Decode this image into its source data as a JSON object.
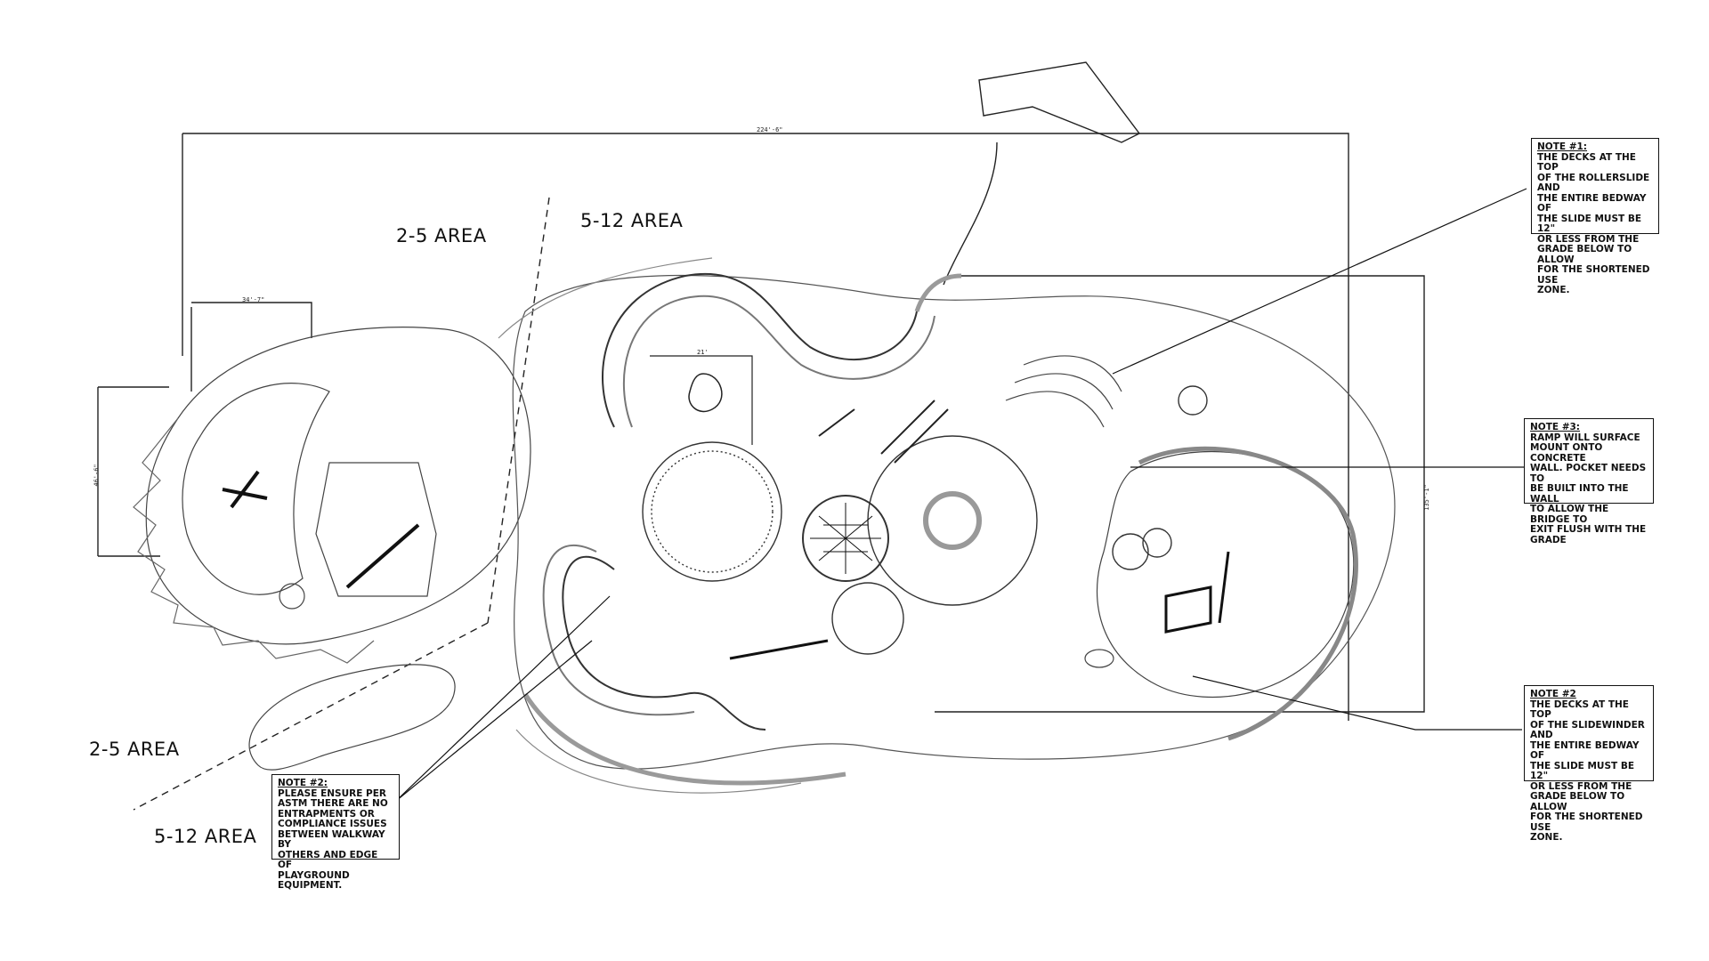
{
  "areas": {
    "left_top": "2-5 AREA",
    "top_center": "5-12 AREA",
    "left_bottom": "2-5 AREA",
    "bottom_left": "5-12 AREA"
  },
  "notes": {
    "note1": {
      "title": "NOTE #1:",
      "body": "THE DECKS AT THE TOP\nOF THE ROLLERSLIDE AND\nTHE ENTIRE BEDWAY OF\nTHE SLIDE MUST BE 12\"\nOR LESS FROM THE\nGRADE BELOW TO ALLOW\nFOR THE SHORTENED USE\nZONE."
    },
    "note2": {
      "title": "NOTE #2:",
      "body": "PLEASE ENSURE PER\nASTM THERE ARE NO\nENTRAPMENTS OR\nCOMPLIANCE ISSUES\nBETWEEN WALKWAY BY\nOTHERS AND EDGE OF\nPLAYGROUND EQUIPMENT."
    },
    "note3": {
      "title": "NOTE #3:",
      "body": "RAMP WILL SURFACE\nMOUNT ONTO CONCRETE\nWALL. POCKET NEEDS TO\nBE BUILT INTO THE WALL\nTO ALLOW THE BRIDGE TO\nEXIT FLUSH WITH THE\nGRADE"
    },
    "note4": {
      "title": "NOTE #2",
      "body": "THE DECKS AT THE TOP\nOF THE SLIDEWINDER AND\nTHE ENTIRE BEDWAY OF\nTHE SLIDE MUST BE 12\"\nOR LESS FROM THE\nGRADE BELOW TO ALLOW\nFOR THE SHORTENED USE\nZONE."
    }
  },
  "dimensions": {
    "overall_width": "224'-6\"",
    "left_width": "34'-7\"",
    "left_height": "46'-6\"",
    "right_height": "135'-1\"",
    "center_width": "21'"
  },
  "colors": {
    "line": "#222222",
    "light_line": "#8a8a8a",
    "gray_band": "#9a9a9a"
  }
}
